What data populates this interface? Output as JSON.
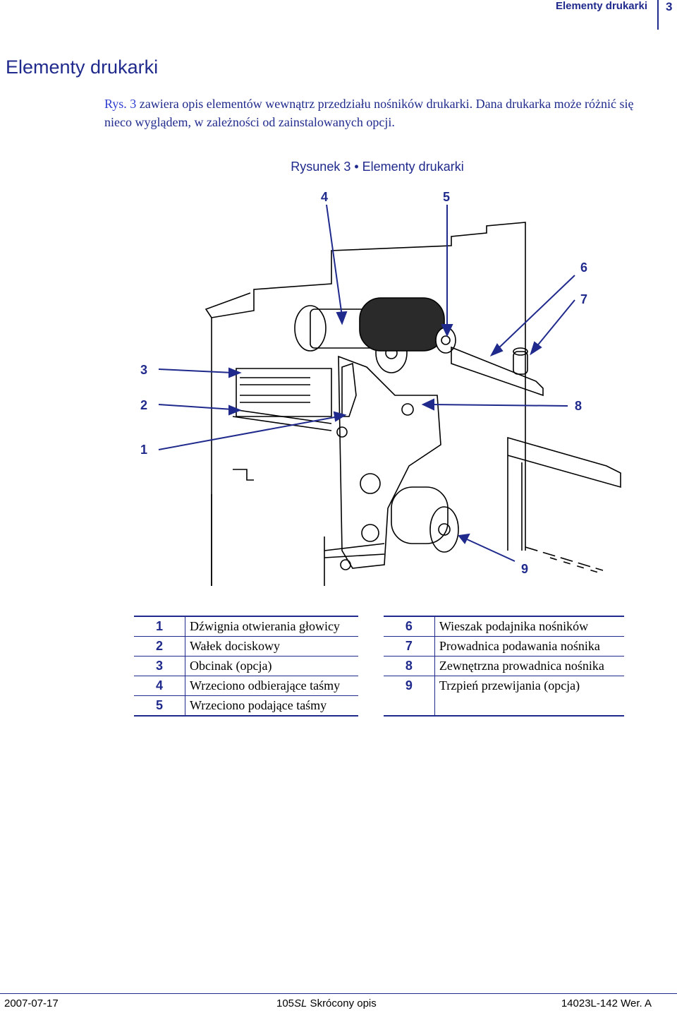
{
  "header": {
    "title": "Elementy drukarki",
    "page_number": "3"
  },
  "section_title": "Elementy drukarki",
  "intro": {
    "ref": "Rys. 3",
    "text": " zawiera opis elementów wewnątrz przedziału nośników drukarki. Dana drukarka może różnić się nieco wyglądem, w zależności od zainstalowanych opcji."
  },
  "figure": {
    "caption": "Rysunek 3 • Elementy drukarki",
    "callouts": [
      "1",
      "2",
      "3",
      "4",
      "5",
      "6",
      "7",
      "8",
      "9"
    ]
  },
  "legend": {
    "left": [
      {
        "num": "1",
        "label": "Dźwignia otwierania głowicy"
      },
      {
        "num": "2",
        "label": "Wałek dociskowy"
      },
      {
        "num": "3",
        "label": "Obcinak (opcja)"
      },
      {
        "num": "4",
        "label": "Wrzeciono odbierające taśmy"
      },
      {
        "num": "5",
        "label": "Wrzeciono podające taśmy"
      }
    ],
    "right": [
      {
        "num": "6",
        "label": "Wieszak podajnika nośników"
      },
      {
        "num": "7",
        "label": "Prowadnica podawania nośnika"
      },
      {
        "num": "8",
        "label": "Zewnętrzna prowadnica nośnika"
      },
      {
        "num": "9",
        "label": "Trzpień przewijania (opcja)"
      }
    ]
  },
  "footer": {
    "date": "2007-07-17",
    "doc_model": "105",
    "doc_model_suffix": "SL",
    "doc_title": " Skrócony opis",
    "doc_code": "14023L-142 Wer. A"
  },
  "colors": {
    "accent": "#1f2a8c",
    "link": "#2f3fd0"
  }
}
